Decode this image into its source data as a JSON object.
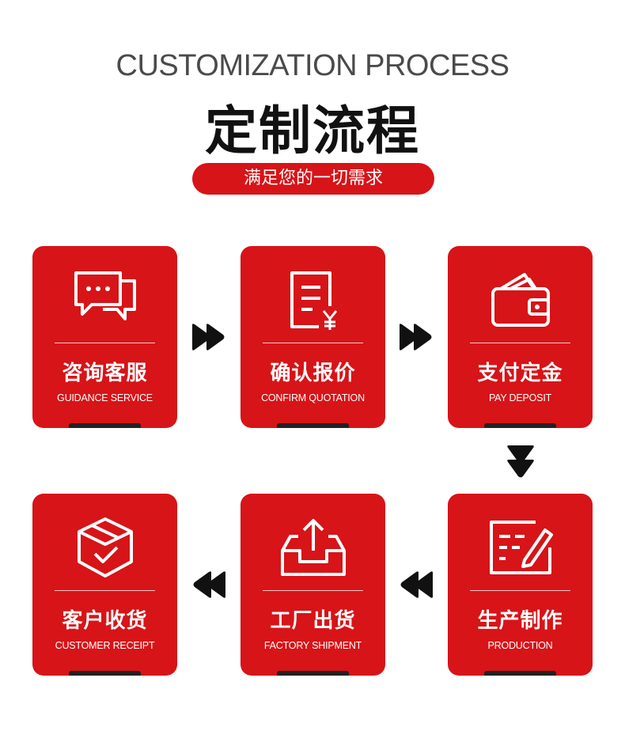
{
  "header": {
    "en_title": "CUSTOMIZATION PROCESS",
    "cn_title": "定制流程",
    "subtitle": "满足您的一切需求"
  },
  "steps": [
    {
      "cn": "咨询客服",
      "en": "GUIDANCE SERVICE",
      "icon": "chat-bubbles-icon"
    },
    {
      "cn": "确认报价",
      "en": "CONFIRM QUOTATION",
      "icon": "quotation-document-icon"
    },
    {
      "cn": "支付定金",
      "en": "PAY DEPOSIT",
      "icon": "wallet-icon"
    },
    {
      "cn": "生产制作",
      "en": "PRODUCTION",
      "icon": "production-form-icon"
    },
    {
      "cn": "工厂出货",
      "en": "FACTORY SHIPMENT",
      "icon": "shipment-box-icon"
    },
    {
      "cn": "客户收货",
      "en": "CUSTOMER RECEIPT",
      "icon": "receipt-cube-icon"
    }
  ],
  "colors": {
    "accent": "#d71418",
    "dark": "#111111",
    "grey_title": "#4a4a4a"
  }
}
